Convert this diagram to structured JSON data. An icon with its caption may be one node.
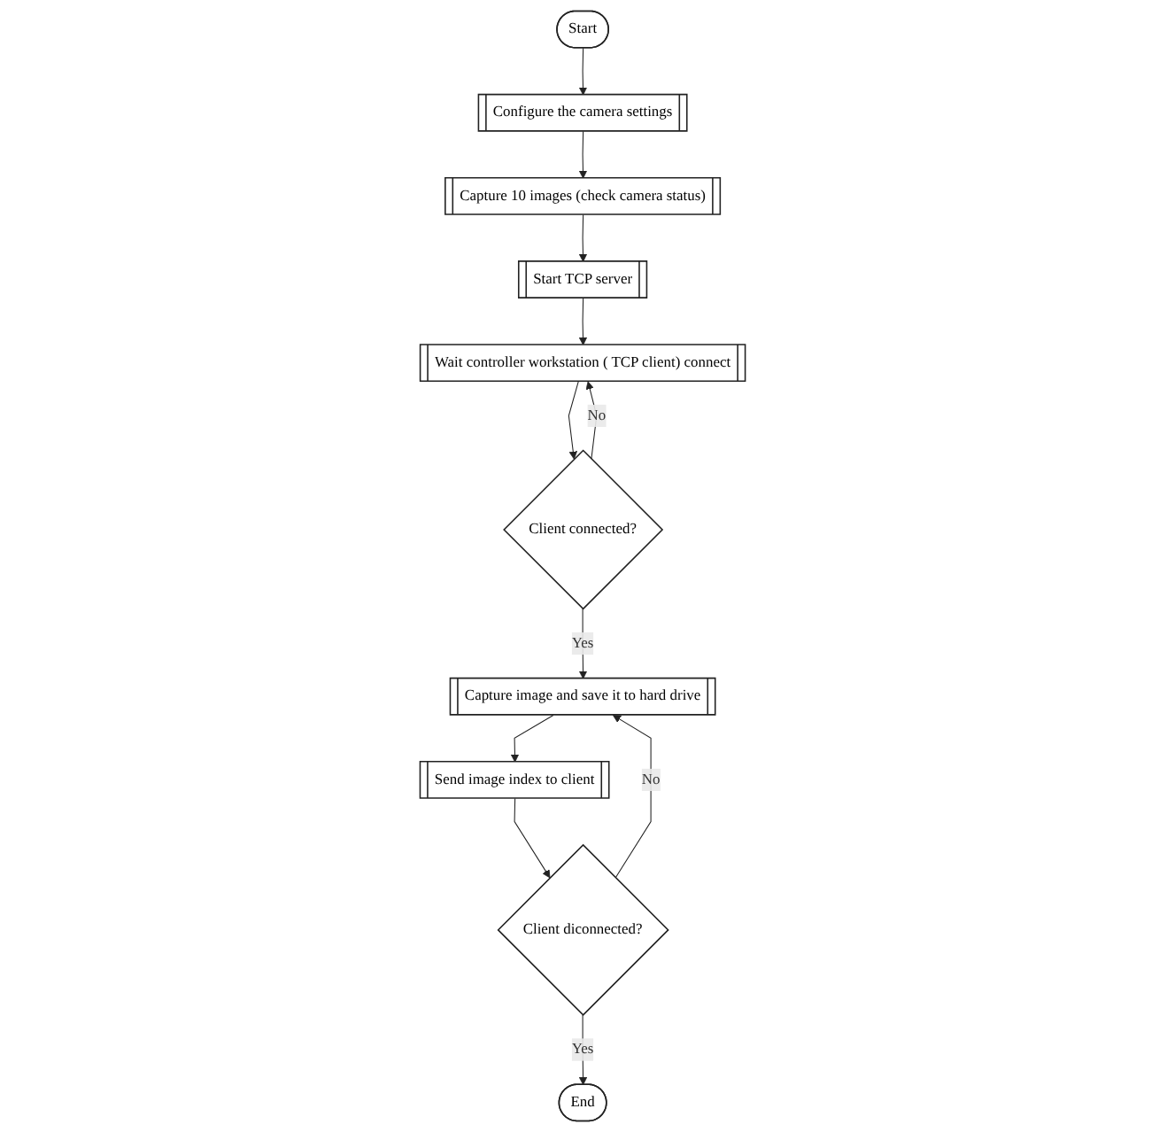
{
  "diagram": {
    "nodes": [
      {
        "text": [
          "Start"
        ]
      },
      {
        "text": [
          "Configure the camera settings"
        ]
      },
      {
        "text": [
          "Capture 10 images (check camera status)"
        ]
      },
      {
        "text": [
          "Start TCP server"
        ]
      },
      {
        "text": [
          "Wait controller workstation ( TCP client) connect"
        ]
      },
      {
        "text": [
          "Client connected?"
        ]
      },
      {
        "text": [
          "Capture image and save it to hard drive"
        ]
      },
      {
        "text": [
          "Send image index to client"
        ]
      },
      {
        "text": [
          "Client diconnected?"
        ]
      },
      {
        "text": [
          "End"
        ]
      }
    ],
    "edges": [
      {
        "from": 0,
        "to": 1,
        "arrow": "to"
      },
      {
        "from": 1,
        "to": 2,
        "arrow": "to"
      },
      {
        "from": 2,
        "to": 3,
        "arrow": "to"
      },
      {
        "from": 3,
        "to": 4,
        "arrow": "to"
      },
      {
        "from": 4,
        "to": 5,
        "arrow": "to"
      },
      {
        "from": 5,
        "to": 4,
        "label": "No",
        "arrow": "to"
      },
      {
        "from": 5,
        "to": 6,
        "label": "Yes",
        "arrow": "to"
      },
      {
        "from": 6,
        "to": 7,
        "arrow": "to"
      },
      {
        "from": 7,
        "to": 8,
        "arrow": "to"
      },
      {
        "from": 8,
        "to": 6,
        "label": "No",
        "arrow": "to"
      },
      {
        "from": 8,
        "to": 9,
        "label": "Yes",
        "arrow": "to"
      }
    ]
  }
}
